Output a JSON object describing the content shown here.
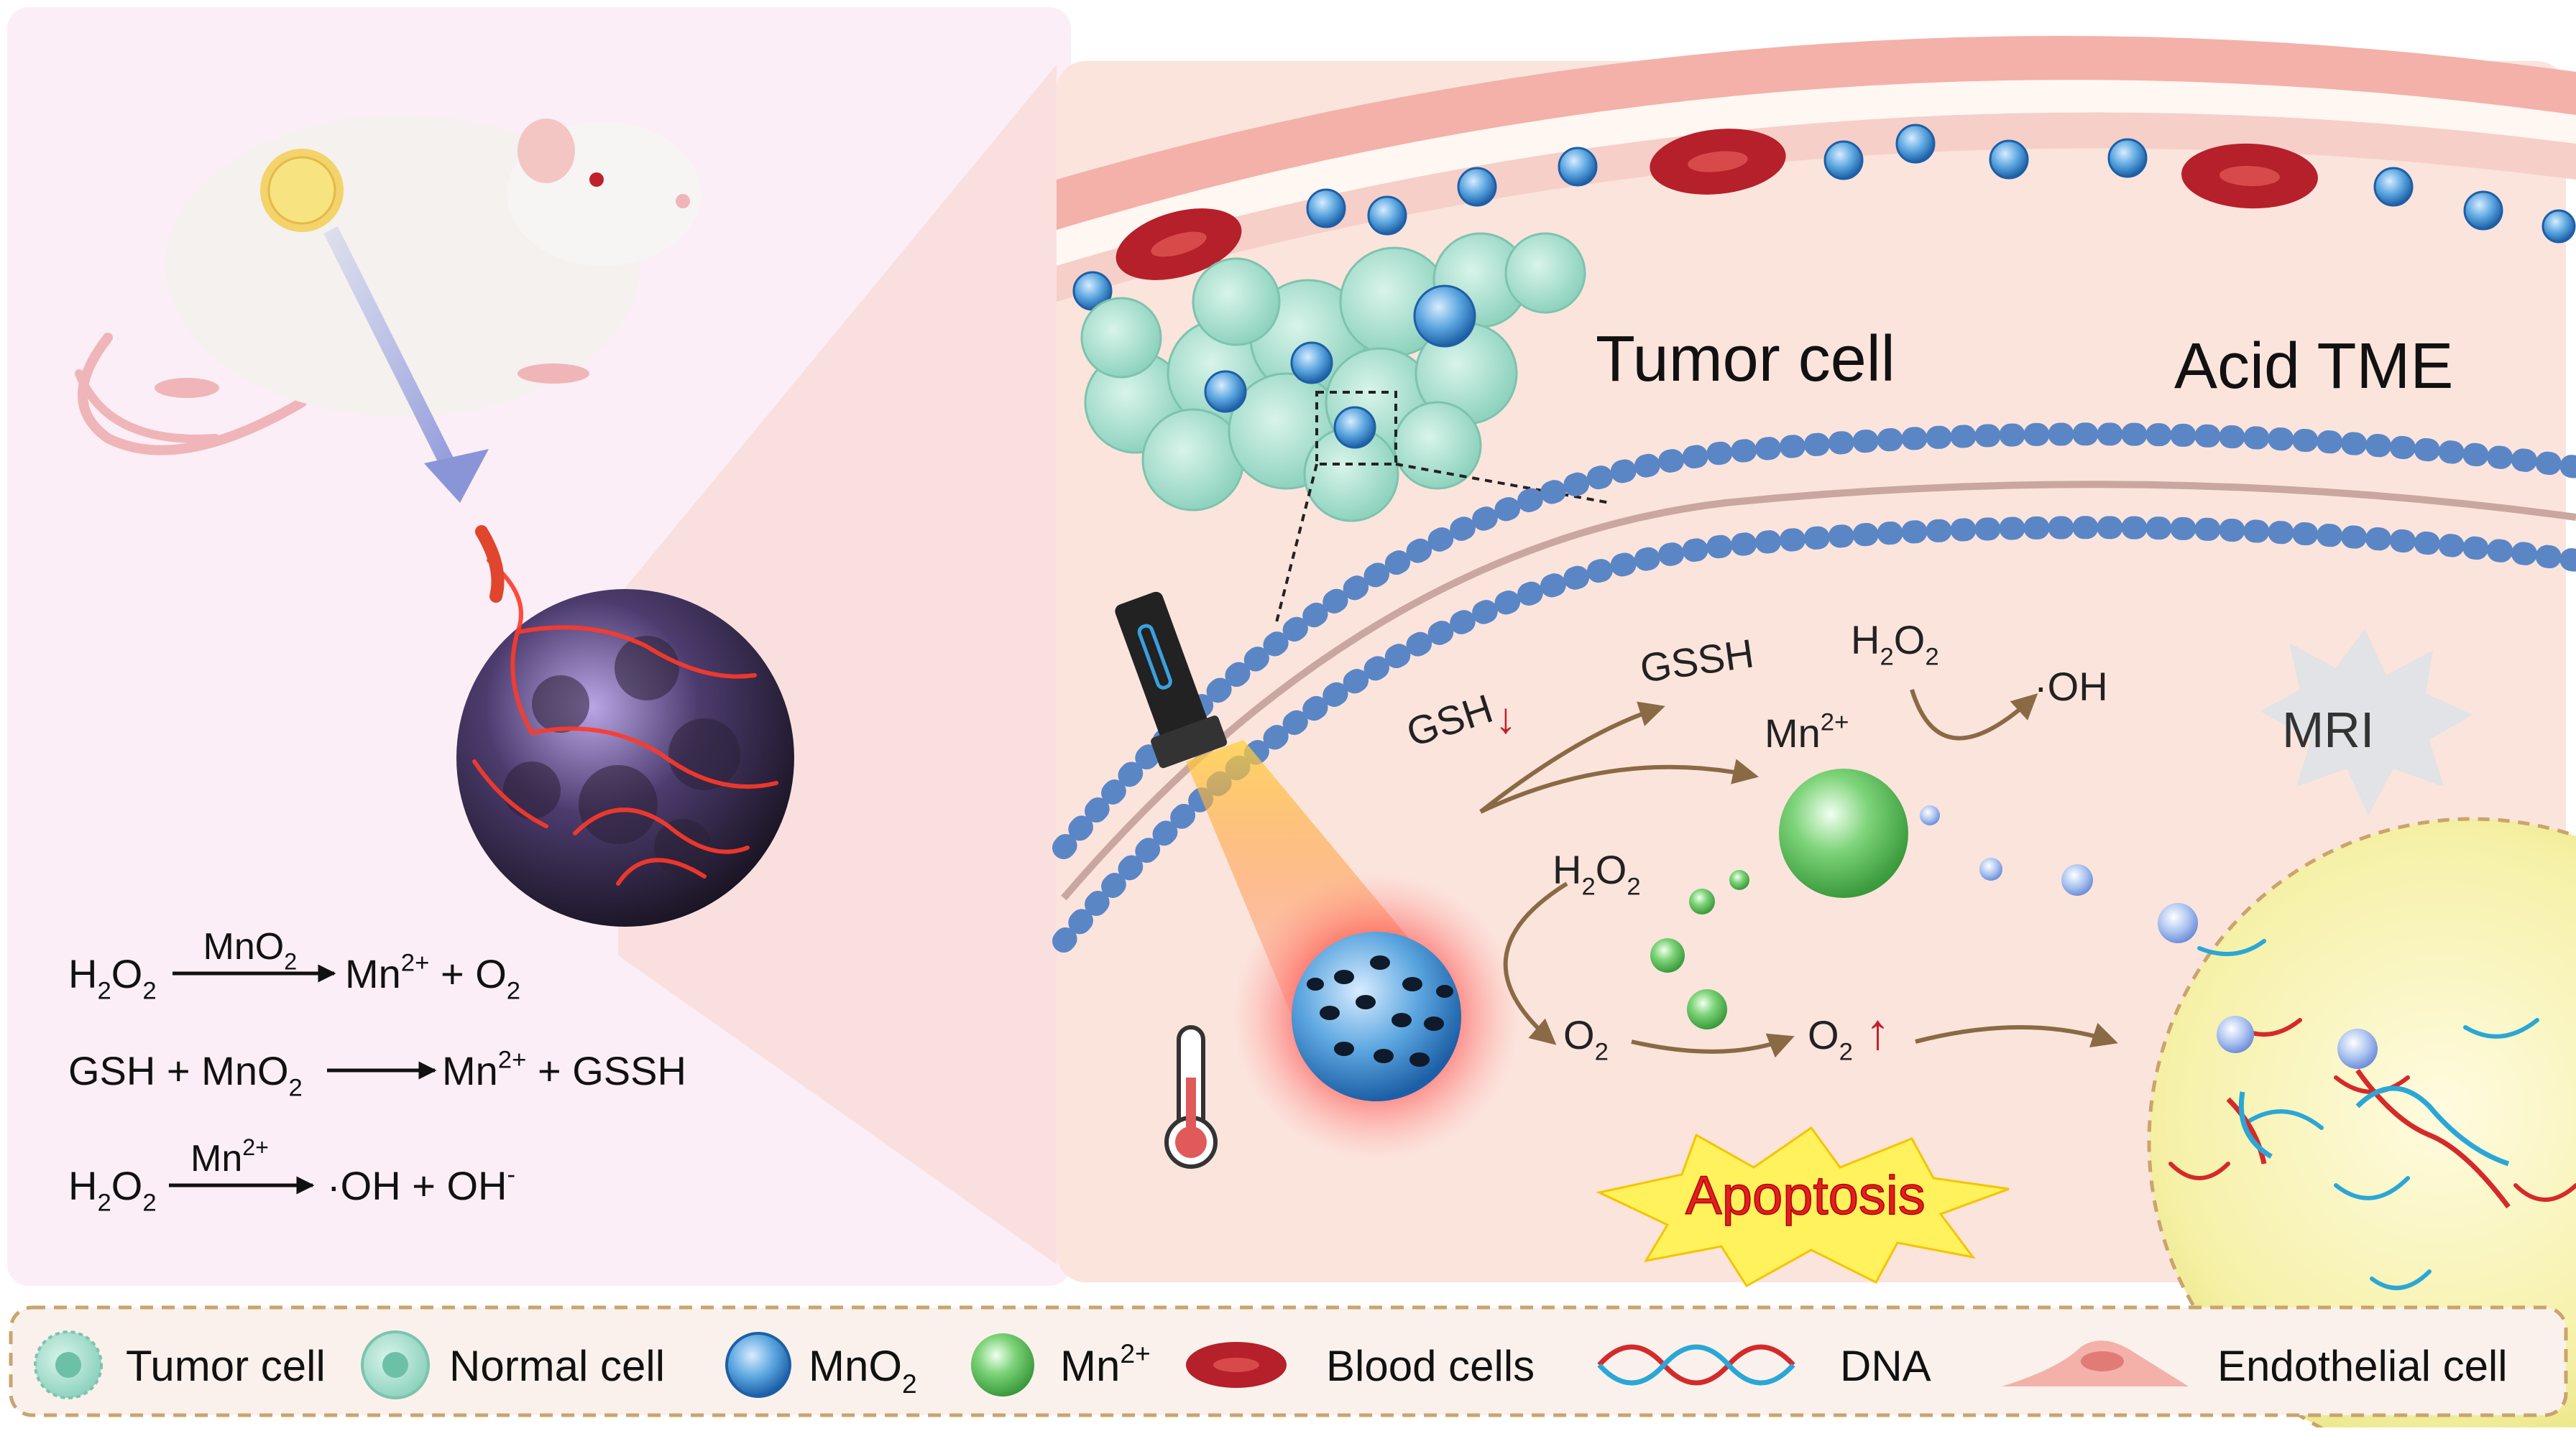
{
  "panel_labels": {
    "tumor_cell": "Tumor cell",
    "acid_tme": "Acid TME",
    "mri": "MRI",
    "apoptosis": "Apoptosis"
  },
  "reactions": [
    {
      "left": "H2O2",
      "catalyst": "MnO2",
      "right": "Mn2+ + O2"
    },
    {
      "left": "GSH + MnO2",
      "catalyst": "",
      "right": "Mn2+ + GSSH"
    },
    {
      "left": "H2O2",
      "catalyst": "Mn2+",
      "right": "·OH + OH-"
    }
  ],
  "pathway": {
    "gsh": "GSH",
    "gssh": "GSSH",
    "h2o2_top": "H2O2",
    "oh": "·OH",
    "mn": "Mn2+",
    "h2o2_mid": "H2O2",
    "o2_left": "O2",
    "o2_right": "O2"
  },
  "legend": [
    {
      "label": "Tumor cell",
      "icon": "tumor-cell-icon"
    },
    {
      "label": "Normal cell",
      "icon": "normal-cell-icon"
    },
    {
      "label": "MnO2",
      "icon": "mno2-nanoparticle-icon"
    },
    {
      "label": "Mn2+",
      "icon": "mn-ion-icon"
    },
    {
      "label": "Blood cells",
      "icon": "blood-cell-icon"
    },
    {
      "label": "DNA",
      "icon": "dna-icon"
    },
    {
      "label": "Endothelial cell",
      "icon": "endothelial-cell-icon"
    }
  ],
  "colors": {
    "background_left": "#fbeef6",
    "background_right": "#fbe4dc",
    "membrane_blue": "#5b86c6",
    "tumor_cell": "#8fd3bf",
    "blood_cell": "#b5202a",
    "mn_ion": "#52b652",
    "legend_border": "#c9a46e",
    "arrow_brown": "#8a6a45"
  }
}
